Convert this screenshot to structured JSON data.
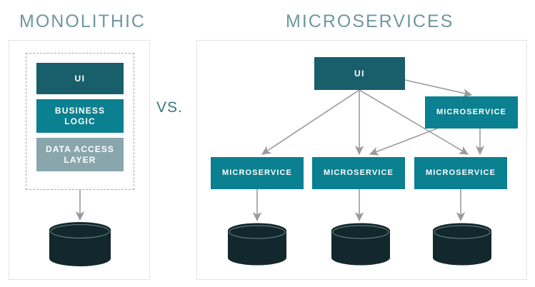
{
  "titles": {
    "monolithic": "MONOLITHIC",
    "microservices": "MICROSERVICES",
    "vs": "VS."
  },
  "colors": {
    "title": "#6f97a0",
    "dark_teal": "#185f6b",
    "teal": "#0b8090",
    "gray_blue": "#8aa6ad",
    "database": "#13282c",
    "arrow": "#9b9b9b",
    "panel_border": "#e3e3e3",
    "dashed_border": "#a8a8a8",
    "vs_text": "#3a7682"
  },
  "monolithic": {
    "panel_name": "monolithic-panel",
    "layers": [
      {
        "label": "UI",
        "style": "dark"
      },
      {
        "label": "BUSINESS\nLOGIC",
        "line1": "BUSINESS",
        "line2": "LOGIC",
        "style": "teal"
      },
      {
        "label": "DATA ACCESS\nLAYER",
        "line1": "DATA ACCESS",
        "line2": "LAYER",
        "style": "gray"
      }
    ],
    "database": {
      "name": "database-cylinder",
      "label": ""
    }
  },
  "microservices": {
    "panel_name": "microservices-panel",
    "ui": {
      "label": "UI"
    },
    "services": [
      {
        "id": "ms-right",
        "label": "MICROSERVICE"
      },
      {
        "id": "ms-1",
        "label": "MICROSERVICE"
      },
      {
        "id": "ms-2",
        "label": "MICROSERVICE"
      },
      {
        "id": "ms-3",
        "label": "MICROSERVICE"
      }
    ],
    "databases": [
      {
        "id": "db-1",
        "label": ""
      },
      {
        "id": "db-2",
        "label": ""
      },
      {
        "id": "db-3",
        "label": ""
      }
    ],
    "connections": [
      {
        "from": "ui",
        "to": "ms-right"
      },
      {
        "from": "ui",
        "to": "ms-1"
      },
      {
        "from": "ui",
        "to": "ms-2"
      },
      {
        "from": "ui",
        "to": "ms-3"
      },
      {
        "from": "ms-right",
        "to": "ms-2"
      },
      {
        "from": "ms-right",
        "to": "db-3"
      },
      {
        "from": "ms-1",
        "to": "db-1"
      },
      {
        "from": "ms-2",
        "to": "db-2"
      },
      {
        "from": "ms-3",
        "to": "db-3"
      }
    ]
  }
}
